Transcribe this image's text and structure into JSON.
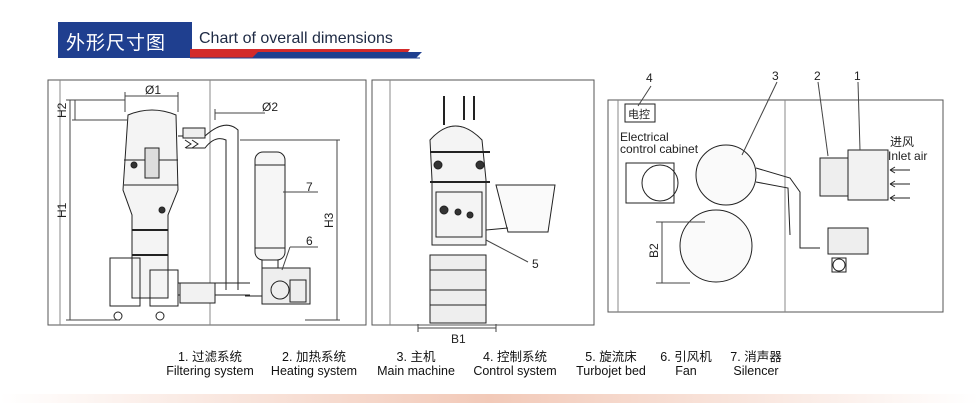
{
  "header": {
    "title_zh": "外形尺寸图",
    "title_en": "Chart of overall dimensions",
    "accent_red": "#d32a2a",
    "accent_blue": "#1f3f8f"
  },
  "diagram": {
    "dims": {
      "phi1": "Ø1",
      "phi2": "Ø2",
      "h1": "H1",
      "h2": "H2",
      "h3": "H3",
      "b1": "B1",
      "b2": "B2"
    },
    "callouts": [
      "1",
      "2",
      "3",
      "4",
      "5",
      "6",
      "7"
    ],
    "plan": {
      "cabinet_zh": "电控",
      "cabinet_en_line1": "Electrical",
      "cabinet_en_line2": "control cabinet",
      "inlet_zh": "进风",
      "inlet_en": "Inlet air"
    }
  },
  "legend": [
    {
      "zh": "1. 过滤系统",
      "en": "Filtering system"
    },
    {
      "zh": "2. 加热系统",
      "en": "Heating system"
    },
    {
      "zh": "3. 主机",
      "en": "Main machine"
    },
    {
      "zh": "4. 控制系统",
      "en": "Control system"
    },
    {
      "zh": "5. 旋流床",
      "en": "Turbojet bed"
    },
    {
      "zh": "6. 引风机",
      "en": "Fan"
    },
    {
      "zh": "7. 消声器",
      "en": "Silencer"
    }
  ]
}
